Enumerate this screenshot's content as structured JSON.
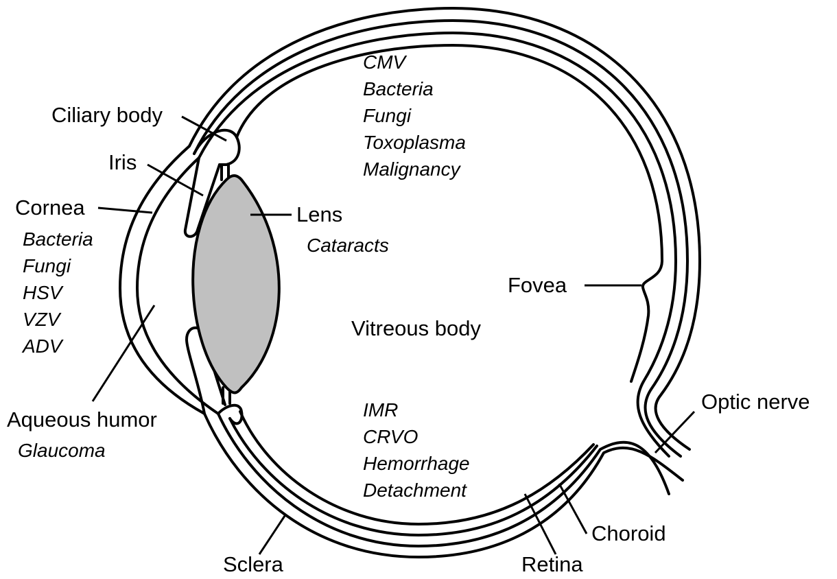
{
  "structures": {
    "ciliary_body": "Ciliary body",
    "iris": "Iris",
    "cornea": "Cornea",
    "lens": "Lens",
    "fovea": "Fovea",
    "vitreous_body": "Vitreous body",
    "optic_nerve": "Optic nerve",
    "aqueous_humor": "Aqueous humor",
    "choroid": "Choroid",
    "sclera": "Sclera",
    "retina": "Retina"
  },
  "conditions": {
    "cornea": [
      "Bacteria",
      "Fungi",
      "HSV",
      "VZV",
      "ADV"
    ],
    "lens": [
      "Cataracts"
    ],
    "aqueous_humor": [
      "Glaucoma"
    ],
    "vitreous_upper": [
      "CMV",
      "Bacteria",
      "Fungi",
      "Toxoplasma",
      "Malignancy"
    ],
    "vitreous_lower": [
      "IMR",
      "CRVO",
      "Hemorrhage",
      "Detachment"
    ]
  },
  "colors": {
    "outline": "#000000",
    "lens_fill": "#c0c0c0",
    "background": "#ffffff"
  }
}
